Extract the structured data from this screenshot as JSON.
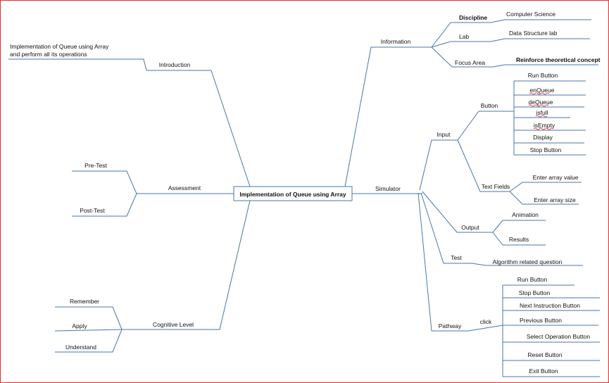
{
  "center": "Implementation  of Queue using Array",
  "introduction": {
    "label": "Introduction",
    "text_line1": "Implementation of  Queue using Array",
    "text_line2": "and perform all its operations"
  },
  "assessment": {
    "label": "Assessment",
    "items": [
      "Pre-Test",
      "Post-Test"
    ]
  },
  "cognitive": {
    "label": "Cognitive Level",
    "items": [
      "Remember",
      "Apply",
      "Understand"
    ]
  },
  "information": {
    "label": "Information",
    "discipline_label": "Discipline",
    "discipline_value": "Computer Science",
    "lab_label": "Lab",
    "lab_value": "Data Structure lab",
    "focus_label": "Focus Area",
    "focus_value": "Reinforce theoretical concept"
  },
  "simulator": {
    "label": "Simulator",
    "input": {
      "label": "Input",
      "button_label": "Button",
      "buttons": [
        "Run Button",
        "enQueue",
        "deQueue",
        "isfull",
        "isEmpty",
        "Display",
        "Stop Button"
      ],
      "textfields_label": "Text Fields",
      "textfields": [
        "Enter array value",
        "Enter array size"
      ]
    },
    "output": {
      "label": "Output",
      "items": [
        "Animation",
        "Results"
      ]
    },
    "test": {
      "label": "Test",
      "item": "Algorithm  related question"
    },
    "pathway": {
      "label": "Pathway",
      "click_label": "click",
      "items": [
        "Run Button",
        "Stop Button",
        "Next Instruction Button",
        "Previous Button",
        "Select Operation Button",
        "Reset Button",
        "Exit Button"
      ]
    }
  },
  "colors": {
    "line": "#4a76a8",
    "border": "#e03030"
  }
}
